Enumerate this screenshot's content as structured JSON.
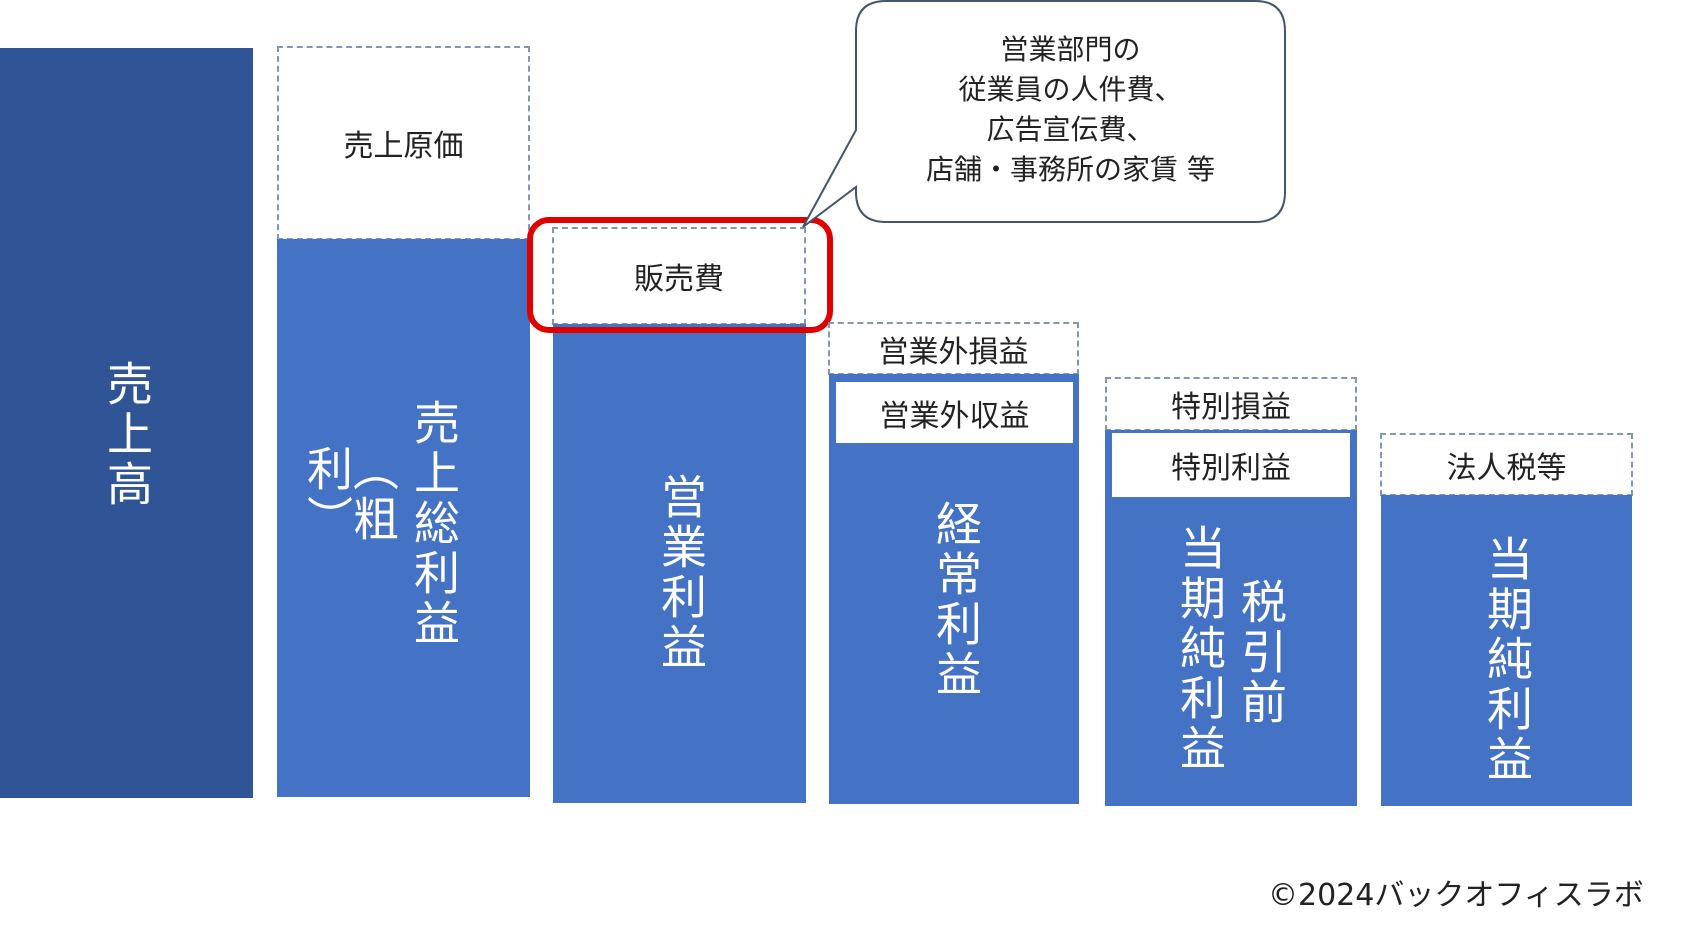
{
  "colors": {
    "sales_bar": "#2F5597",
    "profit_bar": "#4472C4",
    "highlight": "#E00000",
    "dotted_border": "#8497B0",
    "callout_border": "#44546A"
  },
  "columns": [
    {
      "bar_label": "売上高"
    },
    {
      "deduction_label": "売上原価",
      "bar_label": "売上総利益",
      "bar_sublabel": "（粗利）"
    },
    {
      "deduction_label": "販売費",
      "bar_label": "営業利益"
    },
    {
      "deduction_label": "営業外損益",
      "addition_label": "営業外収益",
      "bar_label": "経常利益"
    },
    {
      "deduction_label": "特別損益",
      "addition_label": "特別利益",
      "bar_label": "当期純利益",
      "bar_prefix": "税引前"
    },
    {
      "deduction_label": "法人税等",
      "bar_label": "当期純利益"
    }
  ],
  "callout": {
    "lines": [
      "営業部門の",
      "従業員の人件費、",
      "広告宣伝費、",
      "店舗・事務所の家賃 等"
    ]
  },
  "footer": {
    "copyright": "©2024バックオフィスラボ"
  }
}
